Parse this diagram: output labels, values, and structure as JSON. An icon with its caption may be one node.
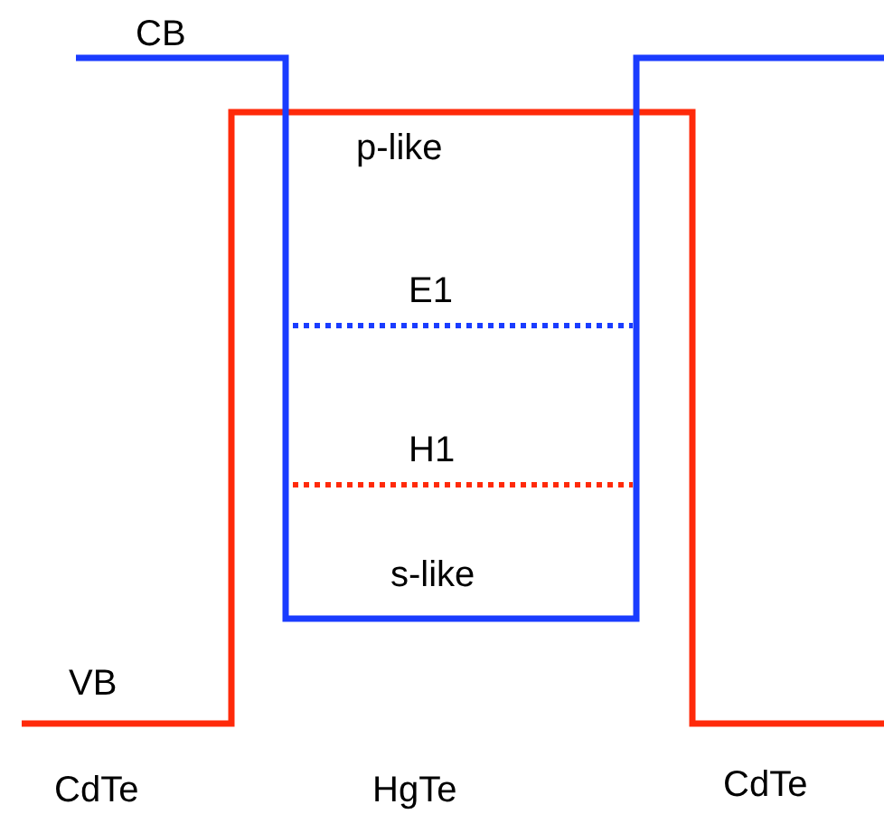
{
  "diagram": {
    "labels": [
      "CB",
      "p-like",
      "E1",
      "H1",
      "s-like",
      "VB",
      "CdTe",
      "HgTe",
      "CdTe"
    ]
  }
}
